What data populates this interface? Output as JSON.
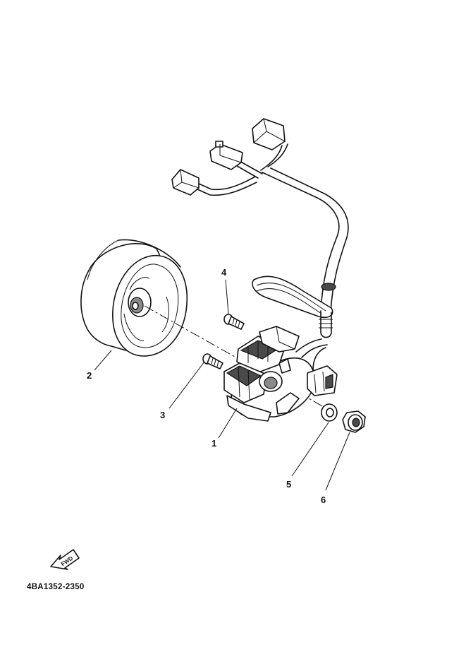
{
  "callouts": [
    {
      "id": "1",
      "label": "1"
    },
    {
      "id": "2",
      "label": "2"
    },
    {
      "id": "3",
      "label": "3"
    },
    {
      "id": "4",
      "label": "4"
    },
    {
      "id": "5",
      "label": "5"
    },
    {
      "id": "6",
      "label": "6"
    }
  ],
  "fwd_badge": "FWD",
  "drawing_code": "4BA1352-2350"
}
